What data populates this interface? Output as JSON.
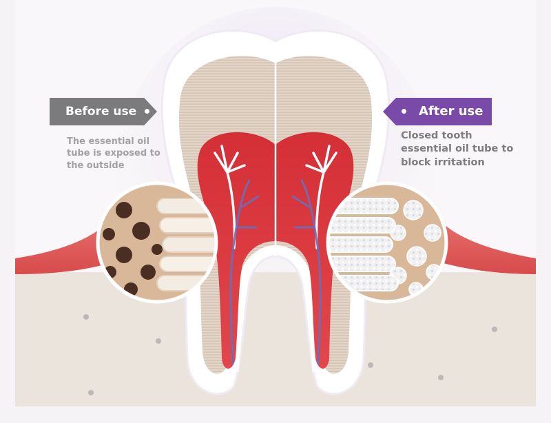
{
  "labels": {
    "before": {
      "title": "Before use",
      "description": "The essential oil tube is exposed to the outside"
    },
    "after": {
      "title": "After use",
      "description": "Closed tooth essential oil tube to block irritation"
    }
  },
  "icons": [
    "tooth-cross-section-icon",
    "open-dentin-tubules-icon",
    "sealed-dentin-tubules-icon"
  ],
  "colors": {
    "before_tag": "#7b7b7e",
    "after_tag": "#7a4aa8",
    "pulp": "#d6333a",
    "gum": "#e8625f",
    "dentin": "#e4d6c8",
    "enamel": "#ffffff",
    "glow": "#d7c8ee",
    "nerve": "#6a6fb8",
    "bone": "#ebe4dd"
  }
}
